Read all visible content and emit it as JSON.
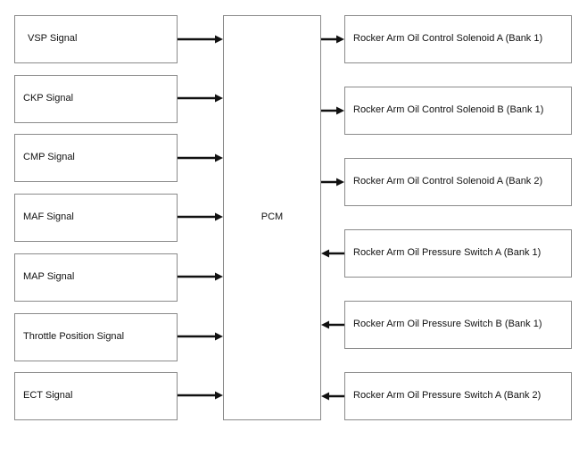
{
  "diagram": {
    "center_label": "PCM",
    "inputs": [
      "VSP Signal",
      "CKP Signal",
      "CMP Signal",
      "MAF Signal",
      "MAP Signal",
      "Throttle Position Signal",
      "ECT Signal"
    ],
    "outputs": [
      {
        "label": "Rocker Arm Oil Control Solenoid A (Bank 1)",
        "direction": "out"
      },
      {
        "label": "Rocker Arm Oil Control Solenoid B (Bank 1)",
        "direction": "out"
      },
      {
        "label": "Rocker Arm Oil Control Solenoid A (Bank 2)",
        "direction": "out"
      },
      {
        "label": "Rocker Arm Oil Pressure Switch A (Bank 1)",
        "direction": "in"
      },
      {
        "label": "Rocker Arm Oil Pressure Switch B (Bank 1)",
        "direction": "in"
      },
      {
        "label": "Rocker Arm Oil Pressure Switch A (Bank 2)",
        "direction": "in"
      }
    ],
    "colors": {
      "border": "#8a8a8a",
      "arrow": "#111111",
      "text": "#111111"
    }
  }
}
